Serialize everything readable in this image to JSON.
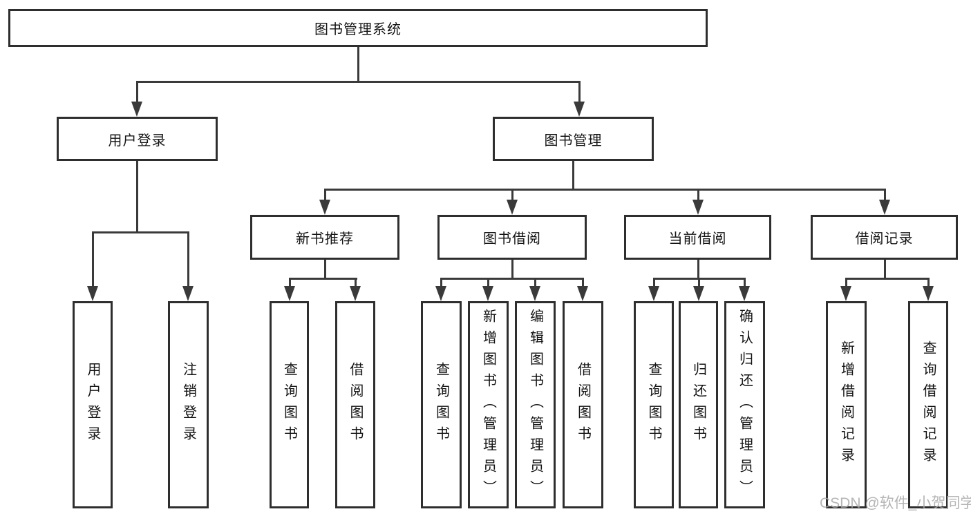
{
  "colors": {
    "line": "#3a3a3a",
    "border": "#2e2e2e",
    "text": "#141414",
    "watermark": "#a9a9a9",
    "background": "#ffffff"
  },
  "tree": {
    "root": "图书管理系统",
    "children": [
      {
        "label": "用户登录",
        "children": [
          {
            "label": "用户登录"
          },
          {
            "label": "注销登录"
          }
        ]
      },
      {
        "label": "图书管理",
        "children": [
          {
            "label": "新书推荐",
            "children": [
              {
                "label": "查询图书"
              },
              {
                "label": "借阅图书"
              }
            ]
          },
          {
            "label": "图书借阅",
            "children": [
              {
                "label": "查询图书"
              },
              {
                "label": "新增图书（管理员）"
              },
              {
                "label": "编辑图书（管理员）"
              },
              {
                "label": "借阅图书"
              }
            ]
          },
          {
            "label": "当前借阅",
            "children": [
              {
                "label": "查询图书"
              },
              {
                "label": "归还图书"
              },
              {
                "label": "确认归还（管理员）"
              }
            ]
          },
          {
            "label": "借阅记录",
            "children": [
              {
                "label": "新增借阅记录"
              },
              {
                "label": "查询借阅记录"
              }
            ]
          }
        ]
      }
    ]
  },
  "watermark": "CSDN @软件_小贺同学"
}
